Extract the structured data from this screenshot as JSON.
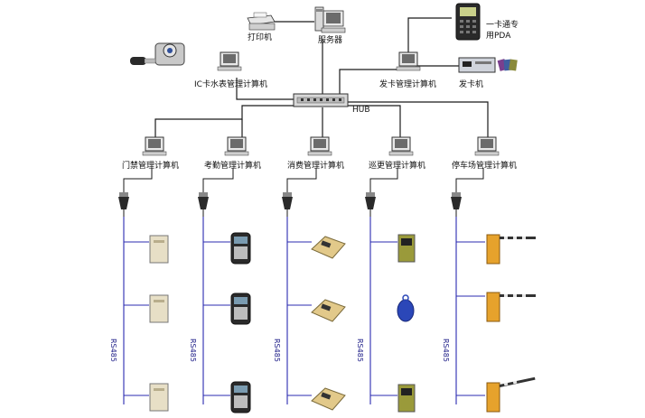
{
  "labels": {
    "printer": "打印机",
    "server": "服务器",
    "pda": "一卡通专\n用PDA",
    "pda_line1": "一卡通专",
    "pda_line2": "用PDA",
    "ic_meter_pc": "IC卡水表管理计算机",
    "card_issue_pc": "发卡管理计算机",
    "card_issuer": "发卡机",
    "hub": "HUB",
    "access_pc": "门禁管理计算机",
    "attendance_pc": "考勤管理计算机",
    "consume_pc": "消费管理计算机",
    "patrol_pc": "巡更管理计算机",
    "parking_pc": "停车场管理计算机",
    "bus_label": "RS485"
  },
  "colors": {
    "line": "#1a1a1a",
    "bus": "#2b2bb0",
    "reader_beige": "#e7dfc6",
    "terminal_gold": "#e2b84a",
    "barrier_orange": "#e6a22c",
    "patrol_green": "#9a9a3a",
    "tag_blue": "#2b47b8"
  }
}
